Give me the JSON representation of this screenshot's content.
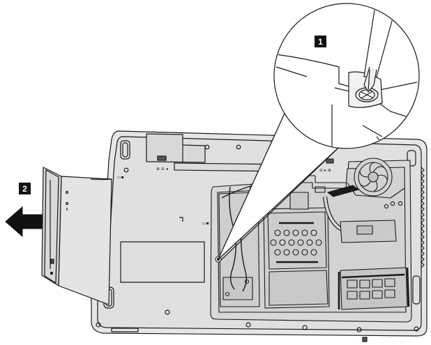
{
  "steps": [
    {
      "label": "1",
      "action": "Remove the screw with a screwdriver"
    },
    {
      "label": "2",
      "action": "Slide the optical drive out"
    }
  ],
  "colors": {
    "line": "#1a1a1a",
    "base_fill": "#e6e6e6",
    "panel_fill": "#d9d9d9",
    "bay_fill": "#cccccc",
    "arrow_fill": "#111111",
    "badge_fill": "#111111",
    "badge_text": "#ffffff"
  },
  "icons": [
    "screwdriver-icon",
    "screw-icon",
    "arrow-left-icon",
    "fan-icon",
    "optical-drive-icon",
    "memory-module-icon",
    "hard-disk-icon"
  ]
}
